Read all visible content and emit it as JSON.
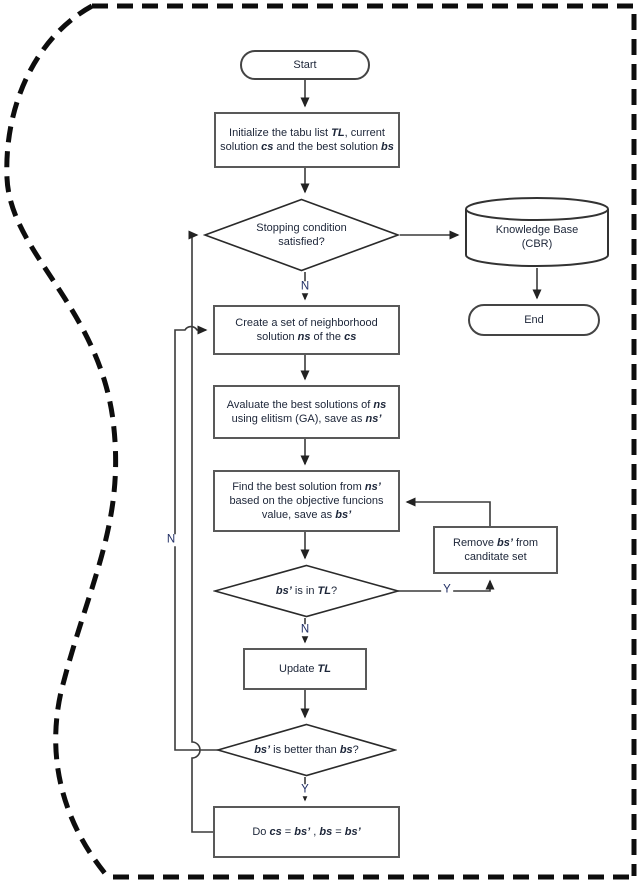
{
  "colors": {
    "ink": "#1c2538",
    "edge_label": "#223066",
    "connector": "#3a3a3a",
    "box_border": "#595959",
    "dashed_border": "#0d0d0d",
    "background": "#ffffff"
  },
  "flow": {
    "start": {
      "label": "Start"
    },
    "initialize": {
      "segments": [
        {
          "t": "Initialize the tabu list "
        },
        {
          "t": "TL",
          "v": true
        },
        {
          "t": ", current solution "
        },
        {
          "t": "cs",
          "v": true
        },
        {
          "t": " and the best solution "
        },
        {
          "t": "bs",
          "v": true
        }
      ]
    },
    "stopping": {
      "segments": [
        {
          "t": "Stopping condition satisfied?"
        }
      ]
    },
    "knowledge_base": {
      "segments": [
        {
          "t": "Knowledge Base"
        },
        {
          "br": true
        },
        {
          "t": "(CBR)"
        }
      ]
    },
    "end": {
      "label": "End"
    },
    "create_neighborhood": {
      "segments": [
        {
          "t": "Create a set of neighborhood solution "
        },
        {
          "t": "ns",
          "v": true
        },
        {
          "t": " of the "
        },
        {
          "t": "cs",
          "v": true
        }
      ]
    },
    "evaluate_best": {
      "segments": [
        {
          "t": "Avaluate the best solutions of "
        },
        {
          "t": "ns",
          "v": true
        },
        {
          "t": " using elitism (GA), save as "
        },
        {
          "t": "ns’",
          "v": true
        }
      ]
    },
    "find_best": {
      "segments": [
        {
          "t": "Find the best solution from "
        },
        {
          "t": "ns’",
          "v": true
        },
        {
          "t": " based on the objective funcions value, save as "
        },
        {
          "t": "bs’",
          "v": true
        }
      ]
    },
    "remove_candidate": {
      "segments": [
        {
          "t": "Remove "
        },
        {
          "t": "bs’",
          "v": true
        },
        {
          "t": " from canditate set"
        }
      ]
    },
    "is_in_tabu": {
      "segments": [
        {
          "t": "bs’",
          "v": true
        },
        {
          "t": " is in "
        },
        {
          "t": "TL",
          "v": true
        },
        {
          "t": "?"
        }
      ]
    },
    "update_tabu": {
      "segments": [
        {
          "t": "Update "
        },
        {
          "t": "TL",
          "v": true
        }
      ]
    },
    "is_better": {
      "segments": [
        {
          "t": "bs’",
          "v": true
        },
        {
          "t": " is better than "
        },
        {
          "t": "bs",
          "v": true
        },
        {
          "t": "?"
        }
      ]
    },
    "assign": {
      "segments": [
        {
          "t": "Do "
        },
        {
          "t": "cs",
          "v": true
        },
        {
          "t": " = "
        },
        {
          "t": "bs’",
          "v": true
        },
        {
          "t": " , "
        },
        {
          "t": "bs",
          "v": true
        },
        {
          "t": " = "
        },
        {
          "t": "bs’",
          "v": true
        }
      ]
    }
  },
  "edge_labels": {
    "stopping_no": "N",
    "tabu_no": "N",
    "tabu_yes": "Y",
    "better_yes": "Y",
    "better_no": "N"
  }
}
